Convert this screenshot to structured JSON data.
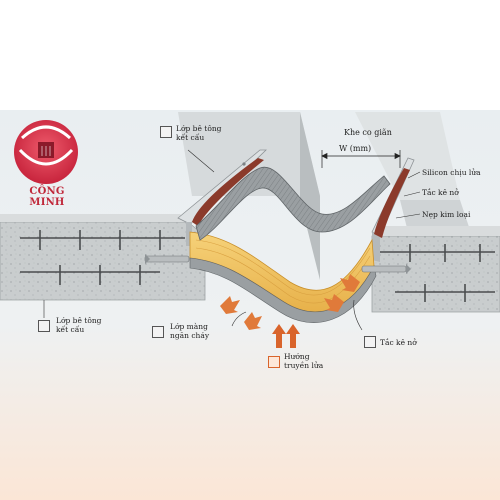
{
  "brand": {
    "name": "CÔNG MINH",
    "primary_color": "#d7283f"
  },
  "labels": {
    "concrete_top": [
      "Lớp bê tông",
      "kết cấu"
    ],
    "concrete_left": [
      "Lớp bê tông",
      "kết cấu"
    ],
    "expansion_gap": "Khe co giãn",
    "width": "W (mm)",
    "silicone": "Silicon chịu lửa",
    "anchor_top": "Tắc kê nở",
    "metal_strip": "Nẹp kim loại",
    "fire_layer": [
      "Lớp màng",
      "ngăn cháy"
    ],
    "anchor_bottom": "Tắc kê nở",
    "fire_direction": [
      "Hướng",
      "truyền lửa"
    ]
  },
  "icons": [
    "concrete-icon",
    "membrane-icon",
    "flame-icon",
    "anchor-icon"
  ],
  "colors": {
    "concrete": "#c8cccd",
    "insulation": "#f2c45a",
    "membrane": "#8a8f92",
    "sealant": "#8b3a2b",
    "arrow": "#e07a3a",
    "background_top": "#e9eef1",
    "background_bottom": "#fbe9dc"
  }
}
